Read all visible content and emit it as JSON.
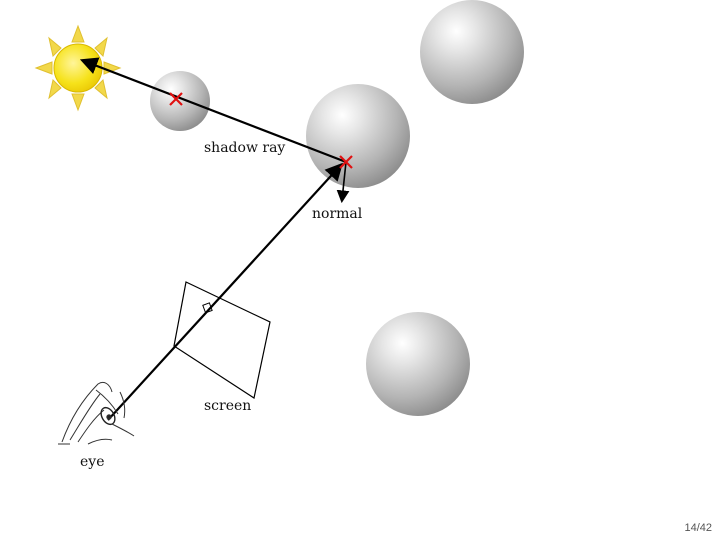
{
  "labels": {
    "shadow_ray": "shadow ray",
    "normal": "normal",
    "screen": "screen",
    "eye": "eye"
  },
  "page_number": "14/42",
  "colors": {
    "sun_fill": "#f6e21a",
    "sun_rays": "#f2d84a",
    "hit_marker": "#e01010",
    "ray": "#000000",
    "sphere_light": "#ffffff",
    "sphere_dark": "#8c8c8c"
  },
  "icons": {
    "sun": "sun-icon",
    "eye": "eye-sketch-icon",
    "hit": "x-mark-icon"
  }
}
